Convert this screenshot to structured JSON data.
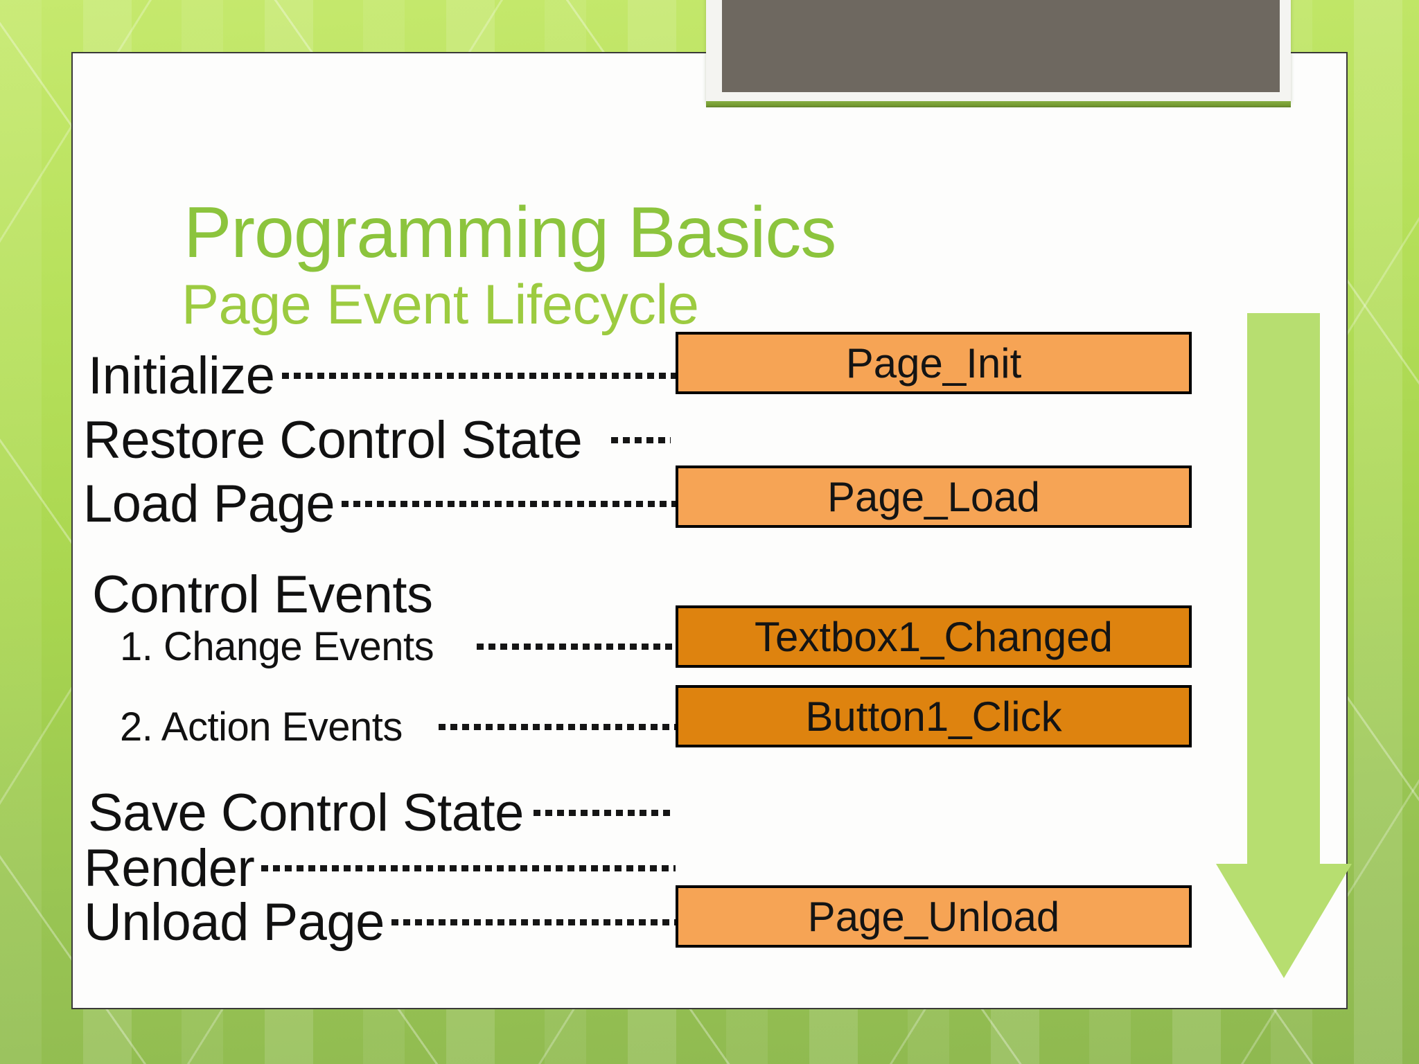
{
  "slide": {
    "title": "Programming Basics",
    "subtitle": "Page Event Lifecycle"
  },
  "rows": [
    {
      "label": "Initialize"
    },
    {
      "label": "Restore Control State"
    },
    {
      "label": "Load Page"
    },
    {
      "label": "Control Events"
    },
    {
      "label": "1. Change Events"
    },
    {
      "label": "2. Action Events"
    },
    {
      "label": "Save Control State"
    },
    {
      "label": "Render"
    },
    {
      "label": "Unload Page"
    }
  ],
  "boxes": [
    {
      "label": "Page_Init",
      "style": "light"
    },
    {
      "label": "Page_Load",
      "style": "light"
    },
    {
      "label": "Textbox1_Changed",
      "style": "dark"
    },
    {
      "label": "Button1_Click",
      "style": "dark"
    },
    {
      "label": "Page_Unload",
      "style": "light"
    }
  ],
  "arrow": {
    "direction": "down"
  },
  "colors": {
    "title_green": "#8cc43d",
    "subtitle_green": "#9ccb40",
    "box_light_orange": "#f6a455",
    "box_dark_orange": "#de830f",
    "arrow_green": "#b7de70",
    "placeholder_gray": "#6e6860",
    "placeholder_bar_green": "#74992f",
    "background_green_top": "#c6e96e",
    "background_green_bottom": "#8eb850",
    "slide_white": "#fdfdfc",
    "text_black": "#111111"
  }
}
